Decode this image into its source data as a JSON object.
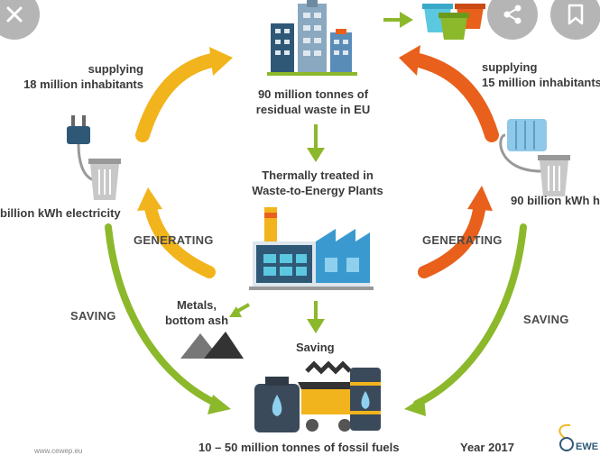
{
  "labels": {
    "waste": [
      "90 million tonnes of",
      "residual waste in EU"
    ],
    "treated": [
      "Thermally treated in",
      "Waste-to-Energy Plants"
    ],
    "supplying_left": [
      "supplying",
      "18 million inhabitants"
    ],
    "supplying_right": [
      "supplying",
      "15 million inhabitants"
    ],
    "electricity": "billion kWh electricity",
    "heat": "90 billion kWh h",
    "generating_left": "GENERATING",
    "generating_right": "GENERATING",
    "saving_left": "SAVING",
    "saving_right": "SAVING",
    "metals": [
      "Metals,",
      "bottom ash"
    ],
    "saving_center": "Saving",
    "fossil": "10 – 50 million tonnes of fossil fuels",
    "year": "Year 2017",
    "footer_url": "www.cewep.eu",
    "logo_text": "EWE"
  },
  "icons": {
    "close": "close-icon",
    "share": "share-icon",
    "bookmark": "bookmark-icon"
  },
  "colors": {
    "yellow_arrow": "#f2b41c",
    "orange_arrow": "#e8601c",
    "green_arrow": "#8cb82b",
    "overlay": "#787878"
  }
}
